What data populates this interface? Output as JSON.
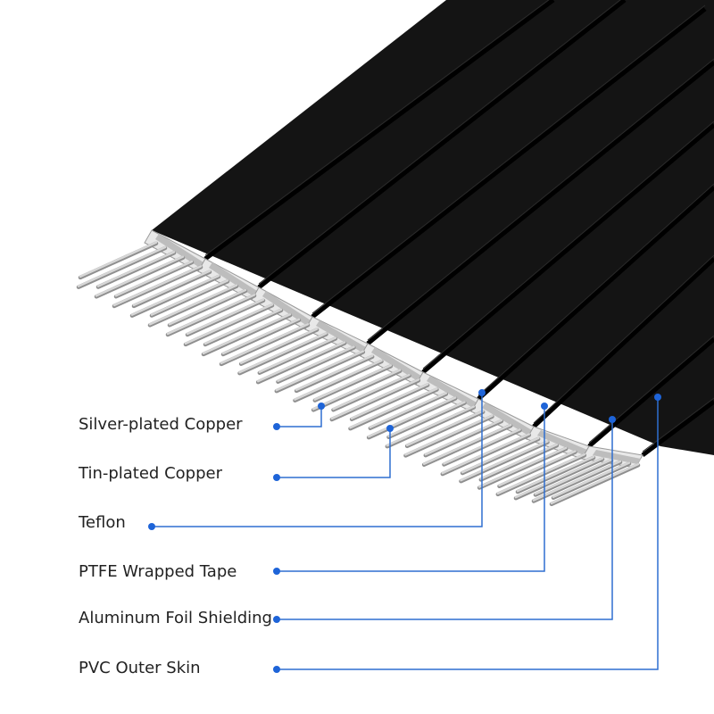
{
  "diagram": {
    "colors": {
      "cable": "#141414",
      "cable_edge": "#000000",
      "separator": "#000000",
      "conductor": "#d6d6d6",
      "conductor_dark": "#8f8f8f",
      "leader": "#2f6fd0",
      "dot": "#1e64d8",
      "text": "#222222"
    },
    "labels": [
      {
        "id": "silver-plated-copper",
        "text": "Silver-plated Copper"
      },
      {
        "id": "tin-plated-copper",
        "text": "Tin-plated Copper"
      },
      {
        "id": "teflon",
        "text": "Teflon"
      },
      {
        "id": "ptfe-wrapped-tape",
        "text": "PTFE Wrapped Tape"
      },
      {
        "id": "aluminum-foil-shielding",
        "text": "Aluminum Foil Shielding"
      },
      {
        "id": "pvc-outer-skin",
        "text": "PVC Outer Skin"
      }
    ]
  }
}
